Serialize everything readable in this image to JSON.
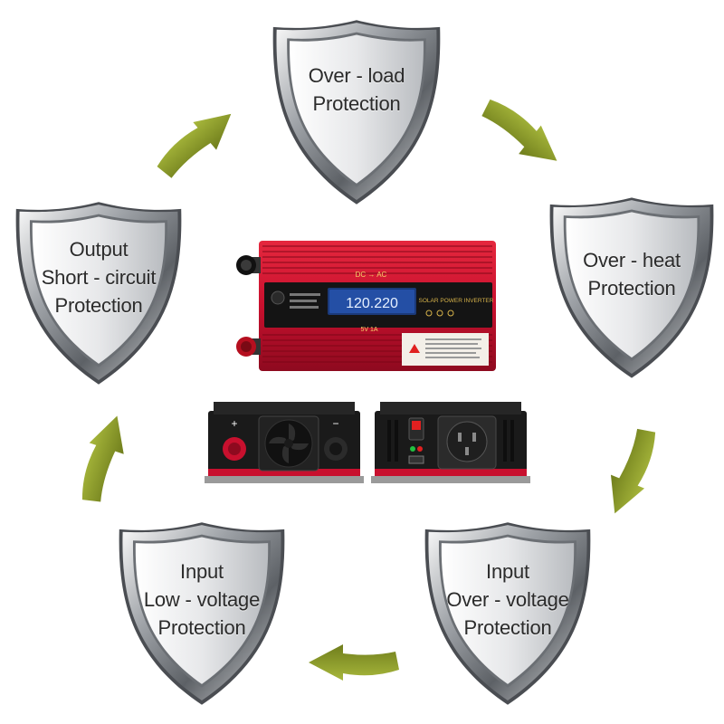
{
  "shields": [
    {
      "id": "overload",
      "lines": [
        "Over - load",
        "Protection"
      ]
    },
    {
      "id": "overheat",
      "lines": [
        "Over - heat",
        "Protection"
      ]
    },
    {
      "id": "input-overvoltage",
      "lines": [
        "Input",
        "Over - voltage",
        "Protection"
      ]
    },
    {
      "id": "input-lowvoltage",
      "lines": [
        "Input",
        "Low - voltage",
        "Protection"
      ]
    },
    {
      "id": "output-shortcircuit",
      "lines": [
        "Output",
        "Short - circuit",
        "Protection"
      ]
    }
  ],
  "device": {
    "top_label": "DC → AC",
    "display": "120.220",
    "brand_text": "SOLAR POWER INVERTER",
    "usb_label": "5V 1A",
    "plus_sign": "+",
    "minus_sign": "−"
  },
  "colors": {
    "arrow": "#8a9a2a",
    "shield_rim": "#8a8d92",
    "inverter_body": "#c8102e",
    "text": "#2b2b2b"
  },
  "icons": [
    "cycle-arrow-icon",
    "shield-icon"
  ]
}
